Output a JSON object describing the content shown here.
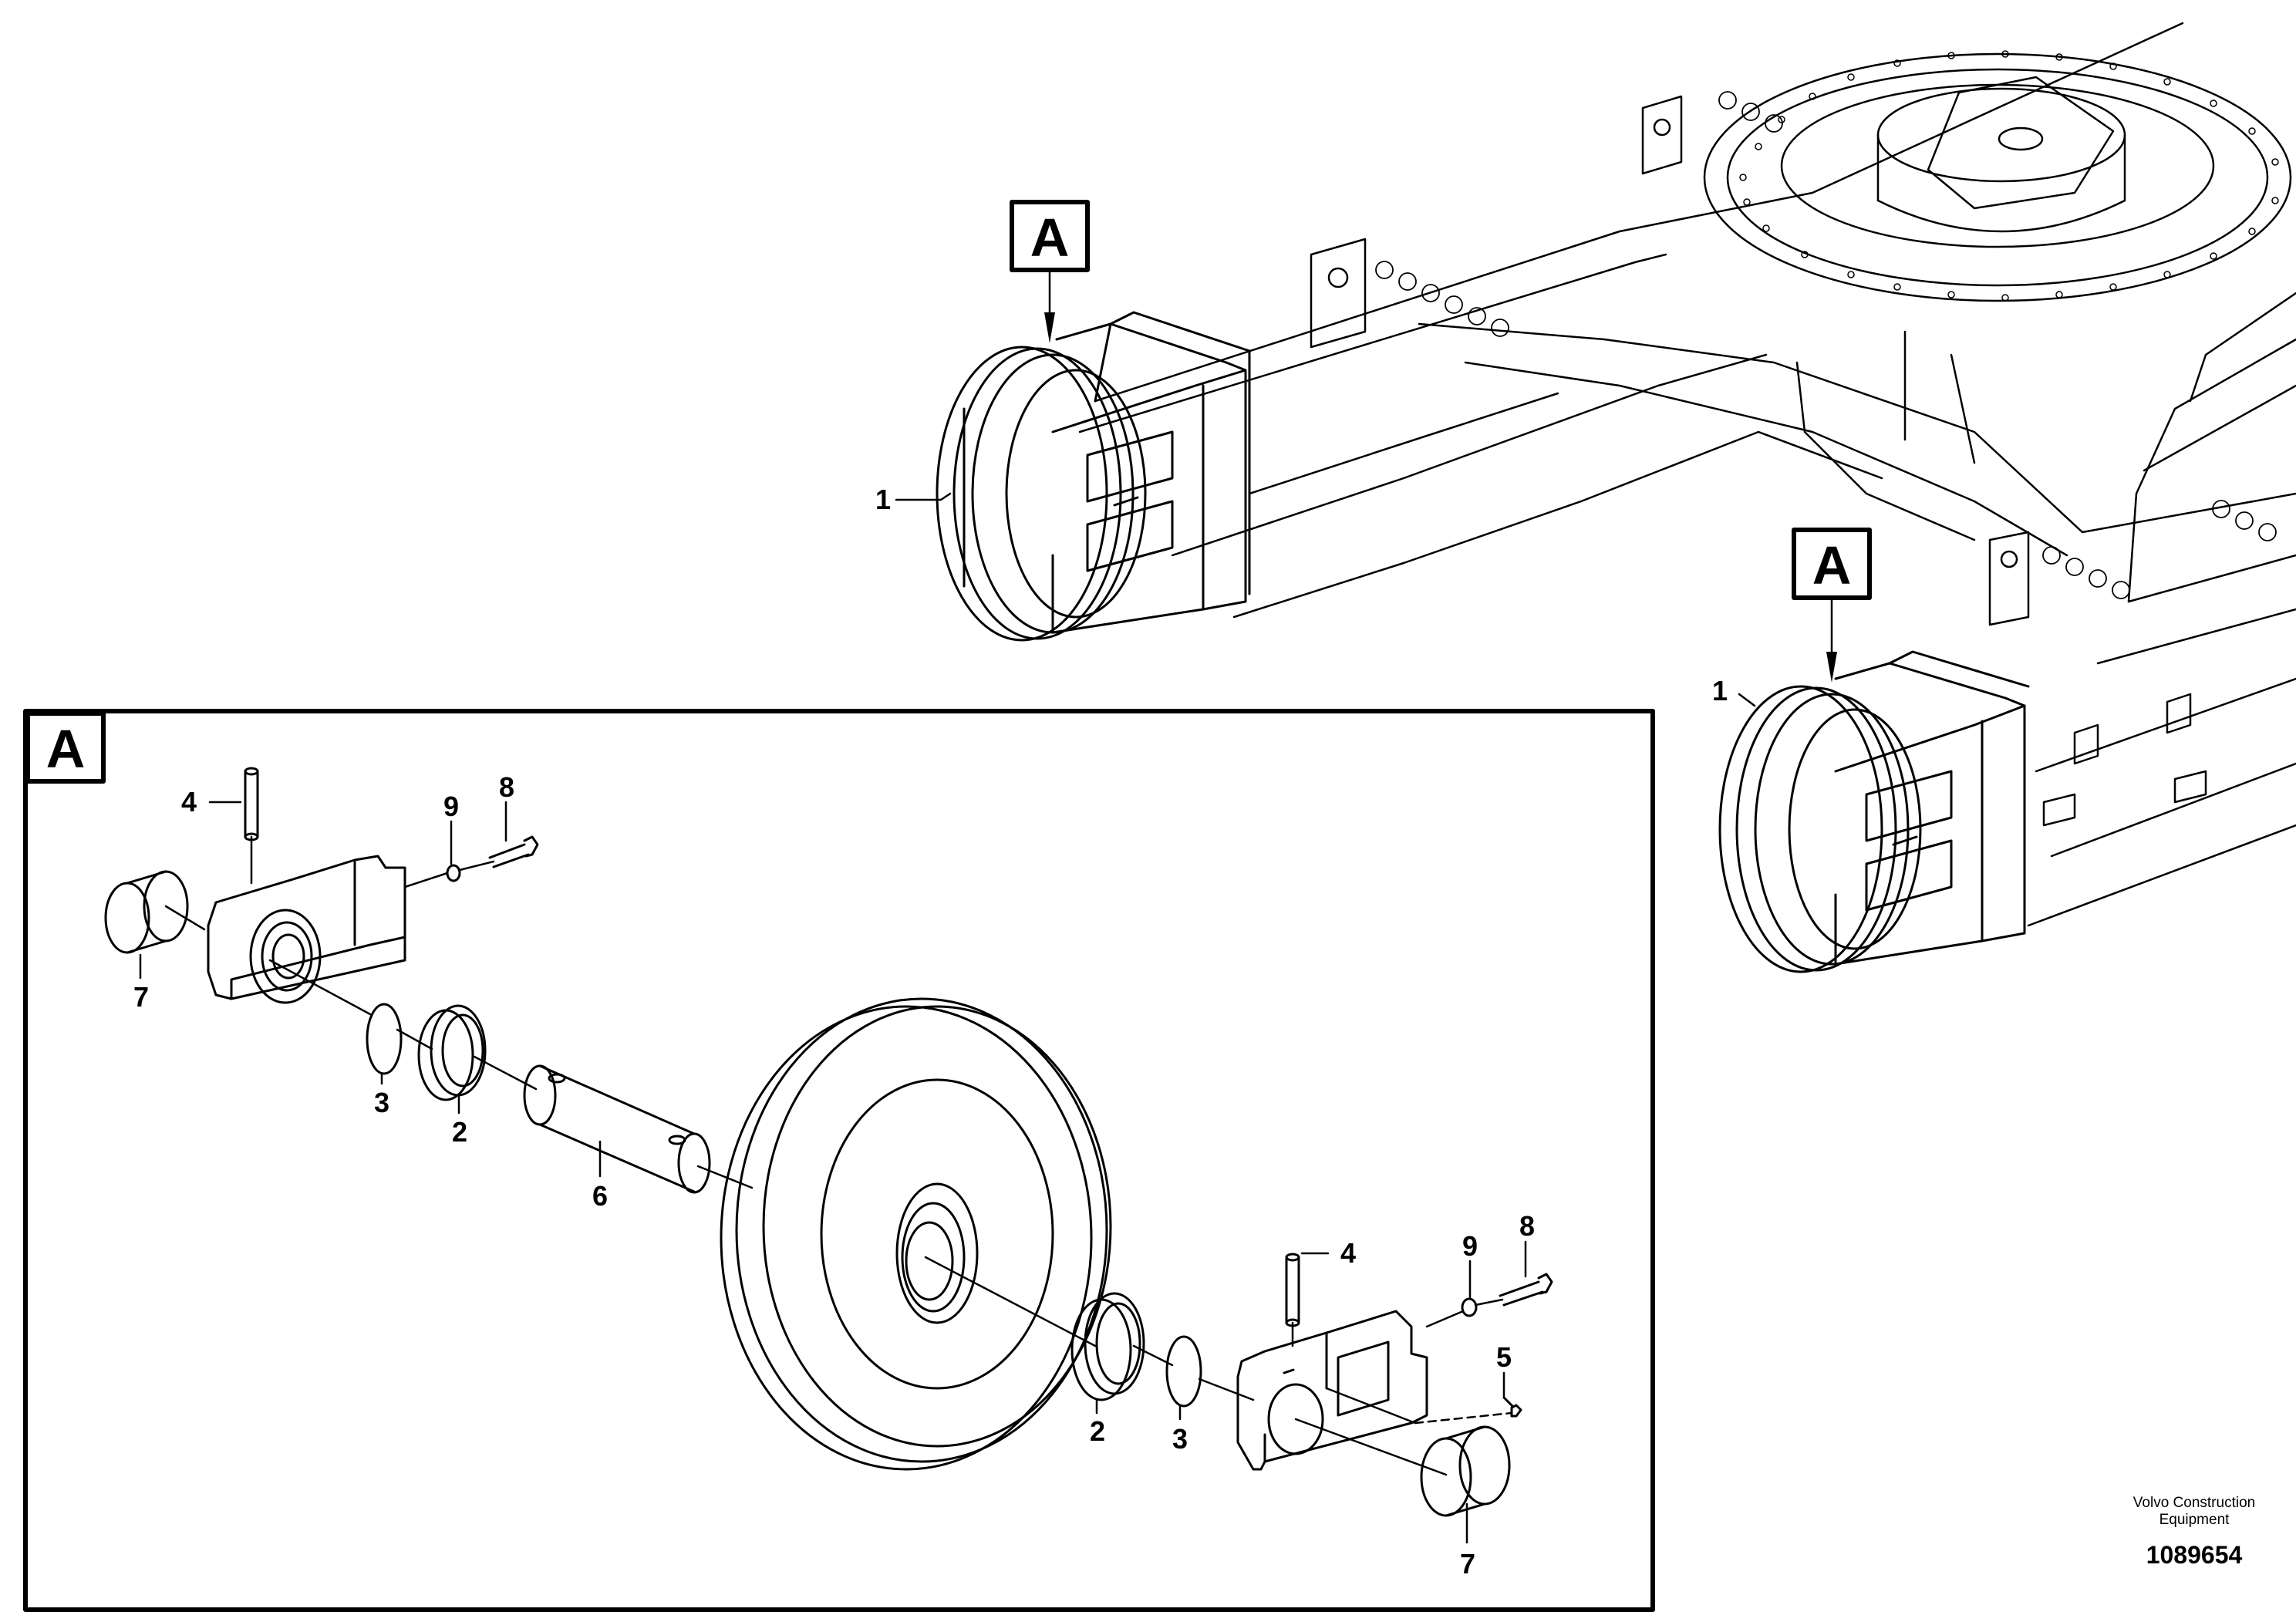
{
  "figure": {
    "view_markers": [
      "A",
      "A"
    ],
    "detail_marker": "A",
    "callouts": [
      "1",
      "1",
      "4",
      "9",
      "8",
      "7",
      "3",
      "2",
      "6",
      "4",
      "9",
      "8",
      "5",
      "2",
      "3",
      "7"
    ]
  },
  "footer": {
    "company_line1": "Volvo Construction",
    "company_line2": "Equipment",
    "doc_number": "1089654"
  },
  "colors": {
    "ink": "#000000",
    "paper": "#ffffff"
  }
}
